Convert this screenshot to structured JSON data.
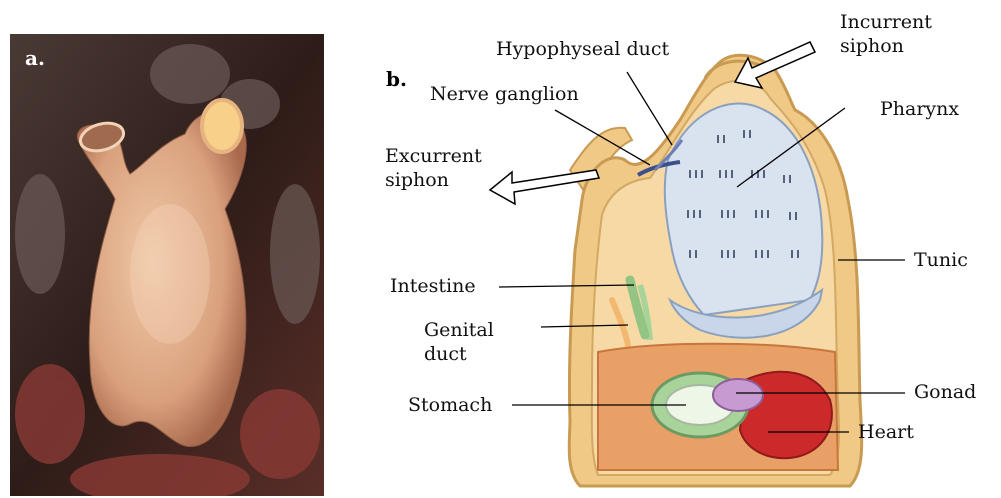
{
  "panels": {
    "a": "a.",
    "b": "b."
  },
  "labels": {
    "incurrent_siphon": "Incurrent siphon",
    "hypophyseal_duct": "Hypophyseal duct",
    "nerve_ganglion": "Nerve ganglion",
    "excurrent_siphon": "Excurrent siphon",
    "pharynx": "Pharynx",
    "tunic": "Tunic",
    "intestine": "Intestine",
    "genital_duct": "Genital duct",
    "stomach": "Stomach",
    "gonad": "Gonad",
    "heart": "Heart"
  },
  "colors": {
    "tunic": "#f0c987",
    "tunic_edge": "#c99a52",
    "pharynx": "#d9e2ef",
    "intestine": "#a8d49a",
    "gonad": "#c79ad1",
    "heart": "#cc2a2a",
    "photo_bg": "#3b2622",
    "animal": "#e3b38f"
  }
}
